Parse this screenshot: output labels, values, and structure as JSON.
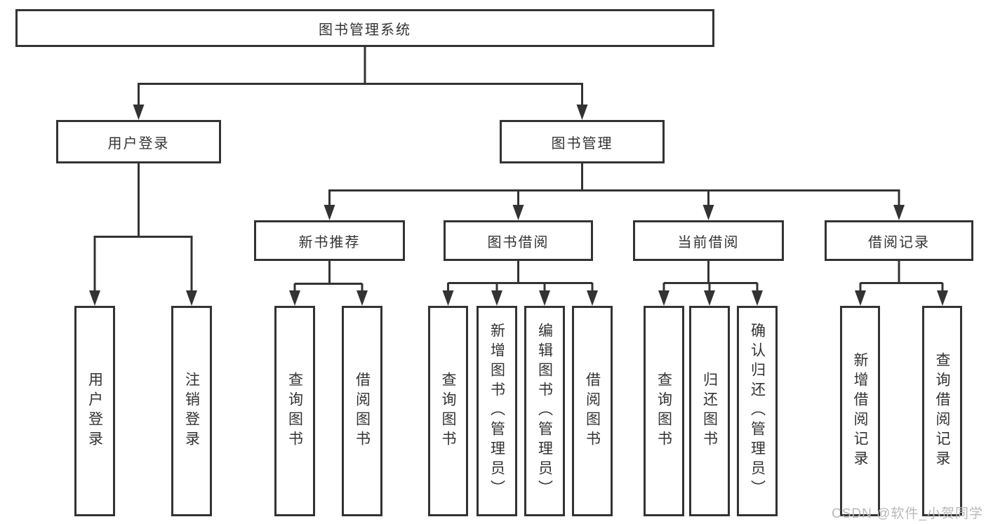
{
  "diagram_type": "function-structure-tree",
  "tree": {
    "label": "图书管理系统",
    "children": [
      {
        "label": "用户登录",
        "children": [
          {
            "label": "用户登录"
          },
          {
            "label": "注销登录"
          }
        ]
      },
      {
        "label": "图书管理",
        "children": [
          {
            "label": "新书推荐",
            "children": [
              {
                "label": "查询图书"
              },
              {
                "label": "借阅图书"
              }
            ]
          },
          {
            "label": "图书借阅",
            "children": [
              {
                "label": "查询图书"
              },
              {
                "label": "新增图书（管理员）"
              },
              {
                "label": "编辑图书（管理员）"
              },
              {
                "label": "借阅图书"
              }
            ]
          },
          {
            "label": "当前借阅",
            "children": [
              {
                "label": "查询图书"
              },
              {
                "label": "归还图书"
              },
              {
                "label": "确认归还（管理员）"
              }
            ]
          },
          {
            "label": "借阅记录",
            "children": [
              {
                "label": "新增借阅记录"
              },
              {
                "label": "查询借阅记录"
              }
            ]
          }
        ]
      }
    ]
  },
  "watermark": "CSDN @软件_小贺同学",
  "colors": {
    "line": "#333333",
    "box_border": "#333333",
    "text": "#333333",
    "watermark": "#b9b9b9",
    "background": "#ffffff"
  }
}
